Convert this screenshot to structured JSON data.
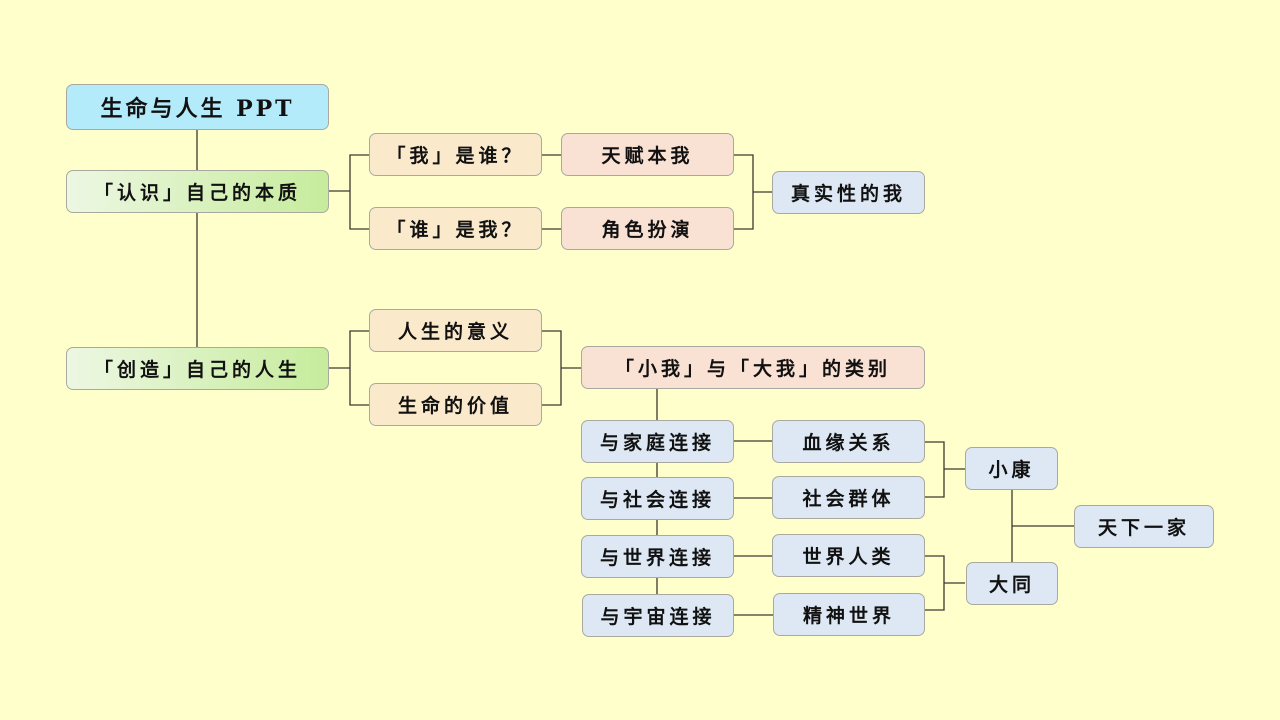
{
  "diagram": {
    "root": "生命与人生 PPT",
    "branch1": {
      "label": "「认识」自己的本质",
      "questions": [
        "「我」是谁？",
        "「谁」是我？"
      ],
      "answers": [
        "天赋本我",
        "角色扮演"
      ],
      "result": "真实性的我"
    },
    "branch2": {
      "label": "「创造」自己的人生",
      "aspects": [
        "人生的意义",
        "生命的价值"
      ],
      "category": "「小我」与「大我」的类别",
      "connections": [
        "与家庭连接",
        "与社会连接",
        "与世界连接",
        "与宇宙连接"
      ],
      "relations": [
        "血缘关系",
        "社会群体",
        "世界人类",
        "精神世界"
      ],
      "levels": [
        "小康",
        "大同"
      ],
      "final": "天下一家"
    }
  },
  "colors": {
    "background": "#ffffcc",
    "root": "#b3ebfb",
    "level1": "#c6ec9c",
    "level2": "#fbe9cc",
    "level3": "#f9e1d3",
    "level4": "#dde8f4"
  }
}
